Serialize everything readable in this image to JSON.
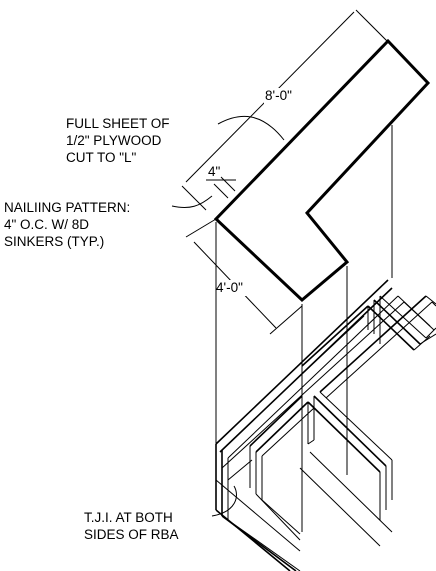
{
  "dimensions": {
    "length": "8'-0\"",
    "width": "4'-0\"",
    "spacing": "4\""
  },
  "notes": {
    "plywood": [
      "FULL SHEET OF",
      "1/2\" PLYWOOD",
      "CUT TO \"L\""
    ],
    "nailing": [
      "NAILIING PATTERN:",
      "4\" O.C. W/ 8D",
      "SINKERS (TYP.)"
    ],
    "tji": [
      "T.J.I. AT BOTH",
      "SIDES OF RBA"
    ]
  }
}
